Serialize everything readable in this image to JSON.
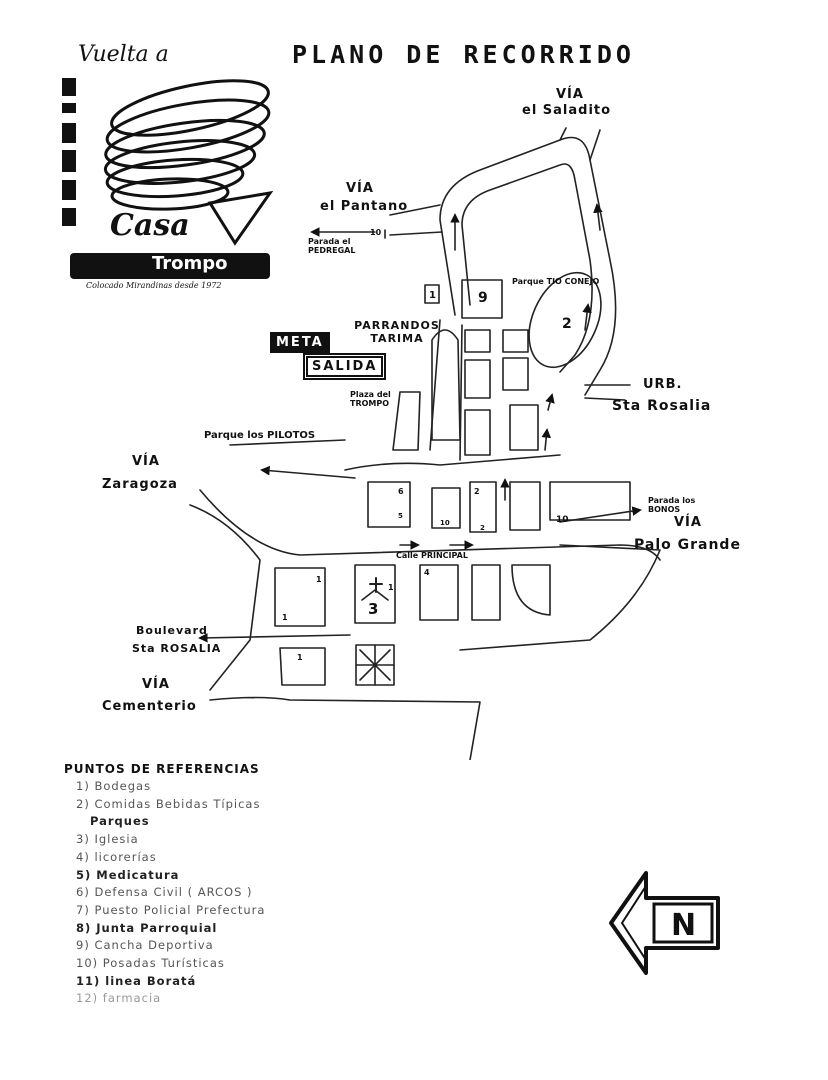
{
  "title": "PLANO DE RECORRIDO",
  "logo": {
    "line1": "Vuelta a",
    "line2": "Casa",
    "line3": "Trompo",
    "line4": "Colocado Mirandinas desde 1972"
  },
  "badges": {
    "meta": "META",
    "salida": "SALIDA"
  },
  "roads": {
    "saladito_via": "VÍA",
    "saladito_name": "el Saladito",
    "pantano_via": "VÍA",
    "pantano_name": "el Pantano",
    "zaragoza_via": "VÍA",
    "zaragoza_name": "Zaragoza",
    "urb": "URB.",
    "sta_rosalia": "Sta Rosalia",
    "palo_grande_via": "VÍA",
    "palo_grande": "Palo Grande",
    "boulevard": "Boulevard",
    "boulevard_name": "Sta ROSALIA",
    "cementerio_via": "VÍA",
    "cementerio_name": "Cementerio",
    "calle_principal": "Calle PRINCIPAL"
  },
  "places": {
    "parada_pedregal": "Parada el PEDREGAL",
    "parque_tio_conejo": "Parque TIO CONEJO",
    "parrandos_tarima": "PARRANDOS TARIMA",
    "plaza_trompo": "Plaza del TROMPO",
    "parque_pilotos": "Parque los PILOTOS",
    "parada_bonos": "Parada los BONOS"
  },
  "block_numbers": {
    "n10a": "10",
    "n1a": "1",
    "n9": "9",
    "n2": "2",
    "n3": "3",
    "n10b": "10",
    "n10c": "10",
    "n1b": "1",
    "n1c": "1",
    "n1d": "1",
    "n1e": "1",
    "n4": "4",
    "n6": "6",
    "n5": "5",
    "n2b": "2",
    "n2c": "2"
  },
  "legend": {
    "title": "PUNTOS DE REFERENCIAS",
    "items": [
      "1) Bodegas",
      "2) Comidas Bebidas Típicas",
      "Parques",
      "3) Iglesia",
      "4) licorerías",
      "5) Medicatura",
      "6) Defensa Civil ( ARCOS )",
      "7) Puesto Policial Prefectura",
      "8) Junta Parroquial",
      "9) Cancha Deportiva",
      "10) Posadas Turísticas",
      "11) linea Boratá",
      "12) farmacia"
    ]
  },
  "north_arrow": {
    "letter": "N"
  }
}
